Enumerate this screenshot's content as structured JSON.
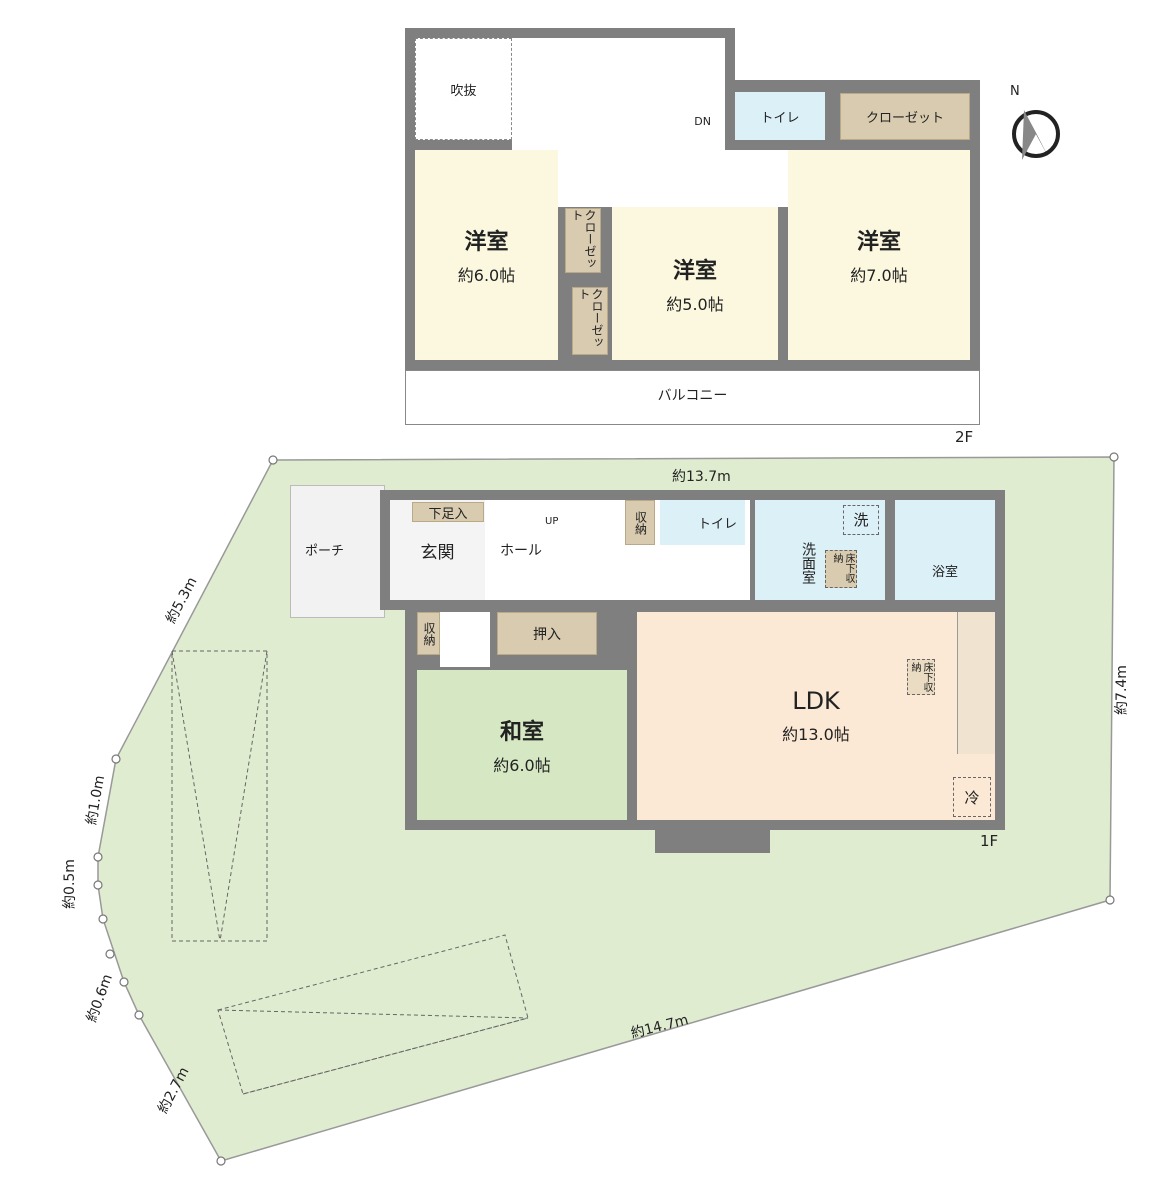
{
  "floor2": {
    "label": "2F",
    "atrium": "吹抜",
    "stair_dn": "DN",
    "toilet": "トイレ",
    "closet_large": "クローゼット",
    "closet_small_1": "クローゼット",
    "closet_small_2": "クローゼット",
    "room_west": {
      "name": "洋室",
      "size": "約6.0帖"
    },
    "room_center": {
      "name": "洋室",
      "size": "約5.0帖"
    },
    "room_east": {
      "name": "洋室",
      "size": "約7.0帖"
    },
    "balcony": "バルコニー"
  },
  "floor1": {
    "label": "1F",
    "porch": "ポーチ",
    "shoe_storage": "下足入",
    "entrance": "玄関",
    "hall": "ホール",
    "stair_up": "UP",
    "storage_hall": "収納",
    "toilet": "トイレ",
    "washroom": "洗面室",
    "washer": "洗",
    "underfloor_wash": "床下収納",
    "bath": "浴室",
    "storage_left": "収納",
    "oshiire": "押入",
    "washitsu": {
      "name": "和室",
      "size": "約6.0帖"
    },
    "ldk": {
      "name": "LDK",
      "size": "約13.0帖"
    },
    "underfloor_ldk": "床下収納",
    "fridge": "冷"
  },
  "site": {
    "dim_north": "約13.7m",
    "dim_east": "約7.4m",
    "dim_south": "約14.7m",
    "dim_nw": "約5.3m",
    "dim_w1": "約1.0m",
    "dim_w2": "約0.5m",
    "dim_w3": "約0.6m",
    "dim_w4": "約2.7m",
    "compass": "N"
  },
  "colors": {
    "wall": "#7f7f7f",
    "western_room": "#fbf8df",
    "wet_area": "#dcf0f8",
    "storage": "#d9cbb0",
    "ldk": "#fbe8d5",
    "washitsu": "#d6e8c3",
    "site": "#dfecd0"
  }
}
